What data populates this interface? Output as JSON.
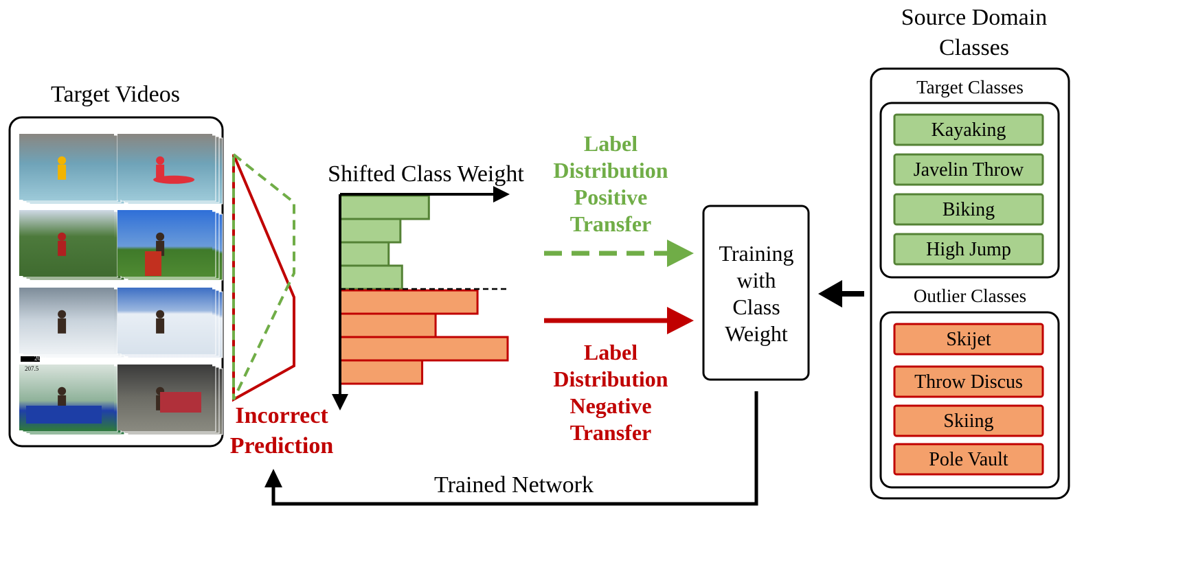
{
  "target_videos": {
    "title": "Target Videos",
    "thumbnails": [
      {
        "scene": "kayaking"
      },
      {
        "scene": "kayaking-red"
      },
      {
        "scene": "javelin-throw"
      },
      {
        "scene": "javelin-field"
      },
      {
        "scene": "skiing"
      },
      {
        "scene": "biking-snow"
      },
      {
        "scene": "high-jump"
      },
      {
        "scene": "gym-hall"
      }
    ],
    "overlay_text": [
      "207.5",
      "207.5"
    ]
  },
  "prediction": {
    "label_line1": "Incorrect",
    "label_line2": "Prediction"
  },
  "class_weight": {
    "title": "Shifted Class Weight",
    "positive_bars": [
      0.53,
      0.36,
      0.29,
      0.37
    ],
    "negative_bars": [
      0.82,
      0.57,
      1.0,
      0.49
    ]
  },
  "positive_transfer": {
    "lines": [
      "Label",
      "Distribution",
      "Positive",
      "Transfer"
    ]
  },
  "negative_transfer": {
    "lines": [
      "Label",
      "Distribution",
      "Negative",
      "Transfer"
    ]
  },
  "training": {
    "lines": [
      "Training",
      "with",
      "Class",
      "Weight"
    ]
  },
  "source_domain": {
    "title_line1": "Source Domain",
    "title_line2": "Classes",
    "target_classes_title": "Target Classes",
    "target_classes": [
      "Kayaking",
      "Javelin Throw",
      "Biking",
      "High Jump"
    ],
    "outlier_classes_title": "Outlier Classes",
    "outlier_classes": [
      "Skijet",
      "Throw Discus",
      "Skiing",
      "Pole Vault"
    ]
  },
  "feedback": {
    "label": "Trained Network"
  },
  "colors": {
    "positive": "#70ad47",
    "negative": "#c00000",
    "green_fill": "#a9d18e",
    "orange_fill": "#f4a06b"
  }
}
